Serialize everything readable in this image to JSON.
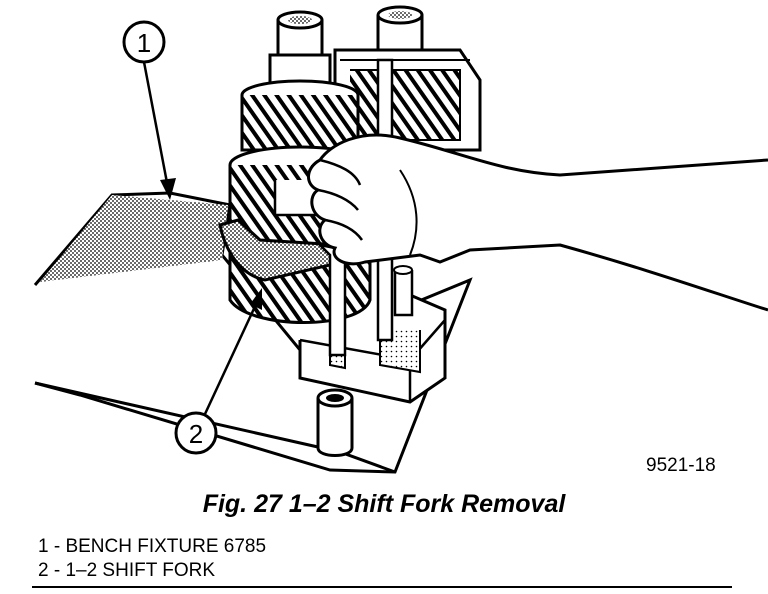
{
  "figure": {
    "callouts": [
      {
        "number": "1",
        "target": "bench-fixture"
      },
      {
        "number": "2",
        "target": "shift-fork"
      }
    ],
    "figure_number": "9521-18"
  },
  "caption": "Fig. 27 1–2 Shift Fork Removal",
  "legend": {
    "items": [
      "1 - BENCH FIXTURE 6785",
      "2 - 1–2 SHIFT FORK"
    ]
  }
}
